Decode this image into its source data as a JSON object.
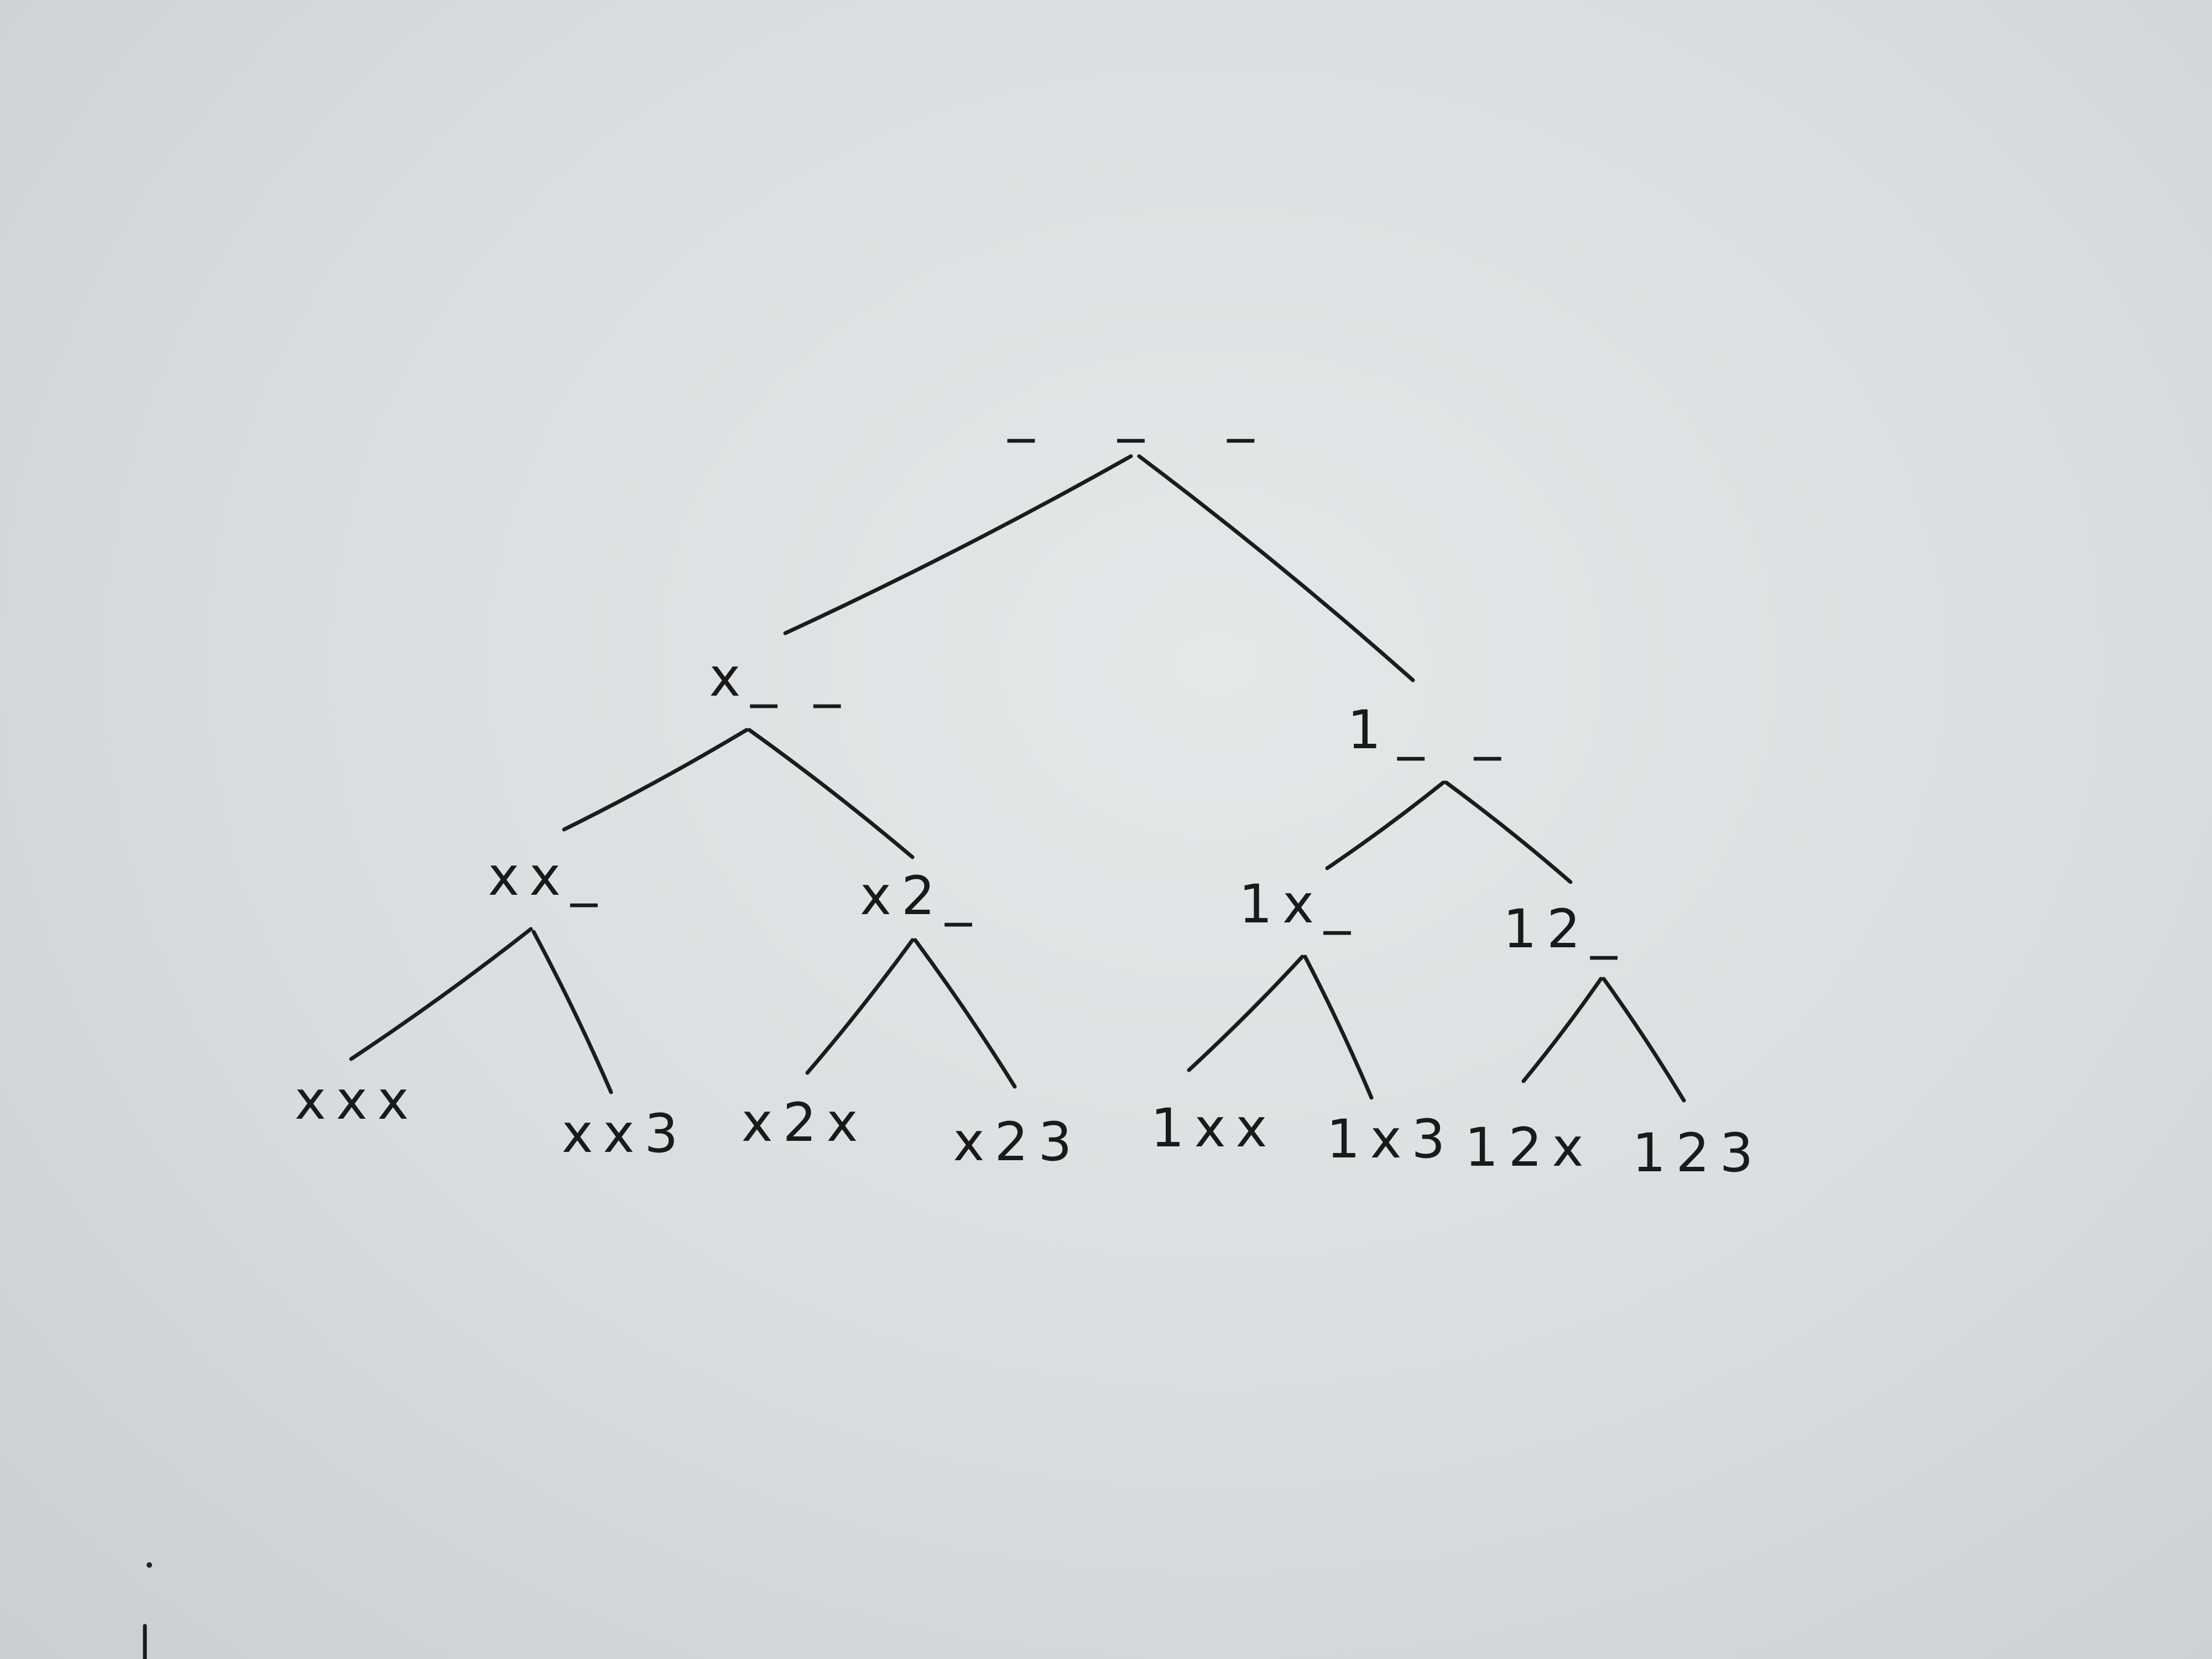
{
  "tree": {
    "root": "_ _ _",
    "level1": [
      "x_ _",
      "1_ _"
    ],
    "level2": [
      "xx_",
      "x2_",
      "1x_",
      "12_"
    ],
    "leaves": [
      "xxx",
      "xx3",
      "x2x",
      "x23",
      "1xx",
      "1x3",
      "12x",
      "123"
    ]
  },
  "style": {
    "ink": "#1c1c1c",
    "paper": "#dde2e4"
  }
}
